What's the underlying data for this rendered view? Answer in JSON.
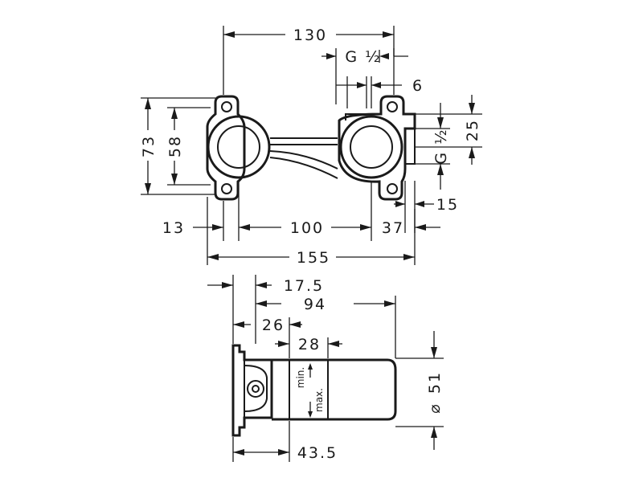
{
  "dimensions": {
    "top": {
      "width_130": "130",
      "thread_top": "G ½",
      "d6": "6",
      "h73": "73",
      "h58": "58",
      "h25": "25",
      "thread_side": "G ½",
      "d15": "15",
      "d13": "13",
      "d100": "100",
      "d37": "37",
      "width_155": "155"
    },
    "side": {
      "d17_5": "17.5",
      "d94": "94",
      "d26": "26",
      "d28": "28",
      "diameter_51": "51",
      "diameter_symbol": "⌀",
      "d43_5": "43.5",
      "label_min": "min.",
      "label_max": "max."
    }
  }
}
